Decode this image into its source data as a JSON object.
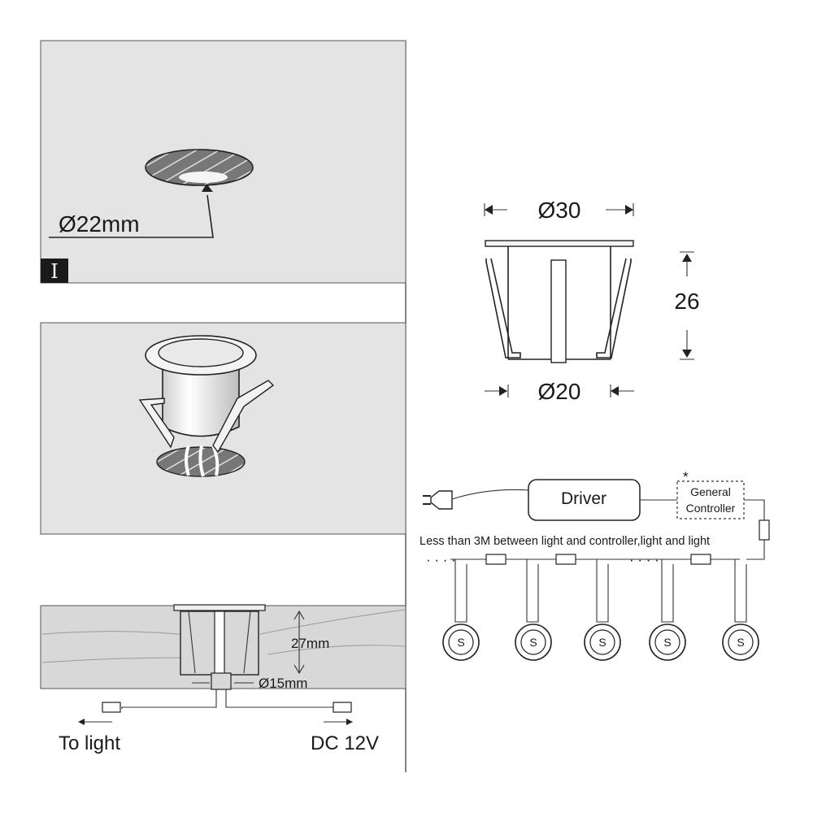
{
  "step_badge": "I",
  "hole": {
    "diameter_label": "Ø22mm"
  },
  "dimensions": {
    "top_diameter": "Ø30",
    "bottom_diameter": "Ø20",
    "height": "26"
  },
  "cross_section": {
    "depth_label": "27mm",
    "bore_label": "Ø15mm",
    "left_output": "To light",
    "right_output": "DC 12V"
  },
  "wiring": {
    "driver_label": "Driver",
    "asterisk": "*",
    "controller_line1": "General",
    "controller_line2": "Controller",
    "note": "Less than 3M between light and controller,light and light",
    "ellipsis_left": "· · · ·",
    "ellipsis_mid": "· · · ·",
    "light_symbol": "S"
  },
  "colors": {
    "panel_fill": "#e4e4e4",
    "panel_border": "#555555",
    "badge_fill": "#1a1a1a",
    "line": "#222222"
  }
}
